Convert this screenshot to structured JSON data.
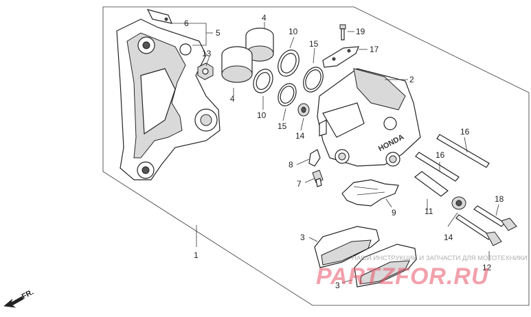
{
  "callouts": [
    {
      "id": "1",
      "text": "1"
    },
    {
      "id": "2",
      "text": "2"
    },
    {
      "id": "3a",
      "text": "3"
    },
    {
      "id": "3b",
      "text": "3"
    },
    {
      "id": "4a",
      "text": "4"
    },
    {
      "id": "4b",
      "text": "4"
    },
    {
      "id": "5",
      "text": "5"
    },
    {
      "id": "6",
      "text": "6"
    },
    {
      "id": "7",
      "text": "7"
    },
    {
      "id": "8",
      "text": "8"
    },
    {
      "id": "9",
      "text": "9"
    },
    {
      "id": "10a",
      "text": "10"
    },
    {
      "id": "10b",
      "text": "10"
    },
    {
      "id": "11",
      "text": "11"
    },
    {
      "id": "12",
      "text": "12"
    },
    {
      "id": "13",
      "text": "13"
    },
    {
      "id": "14a",
      "text": "14"
    },
    {
      "id": "14b",
      "text": "14"
    },
    {
      "id": "15a",
      "text": "15"
    },
    {
      "id": "15b",
      "text": "15"
    },
    {
      "id": "16a",
      "text": "16"
    },
    {
      "id": "16b",
      "text": "16"
    },
    {
      "id": "17",
      "text": "17"
    },
    {
      "id": "18",
      "text": "18"
    },
    {
      "id": "19",
      "text": "19"
    }
  ],
  "direction_label": "FR.",
  "caliper_brand": "HONDA",
  "watermark": {
    "brand": "PARTZFOR.RU",
    "tagline": "НАШИ ИНСТРУКЦИИ И ЗАПЧАСТИ ДЛЯ МОТОТЕХНИКИ"
  }
}
